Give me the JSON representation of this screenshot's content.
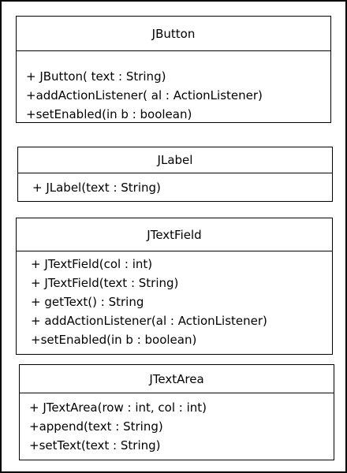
{
  "classes": [
    {
      "name": "JButton",
      "members": [
        "+ JButton( text : String)",
        "+addActionListener( al : ActionListener)",
        "+setEnabled(in b : boolean)"
      ]
    },
    {
      "name": "JLabel",
      "members": [
        "+ JLabel(text : String)"
      ]
    },
    {
      "name": "JTextField",
      "members": [
        "+ JTextField(col : int)",
        "+ JTextField(text : String)",
        "+ getText() : String",
        "+ addActionListener(al : ActionListener)",
        "+setEnabled(in b : boolean)"
      ]
    },
    {
      "name": "JTextArea",
      "members": [
        "+ JTextArea(row : int, col : int)",
        "+append(text : String)",
        "+setText(text : String)"
      ]
    }
  ]
}
